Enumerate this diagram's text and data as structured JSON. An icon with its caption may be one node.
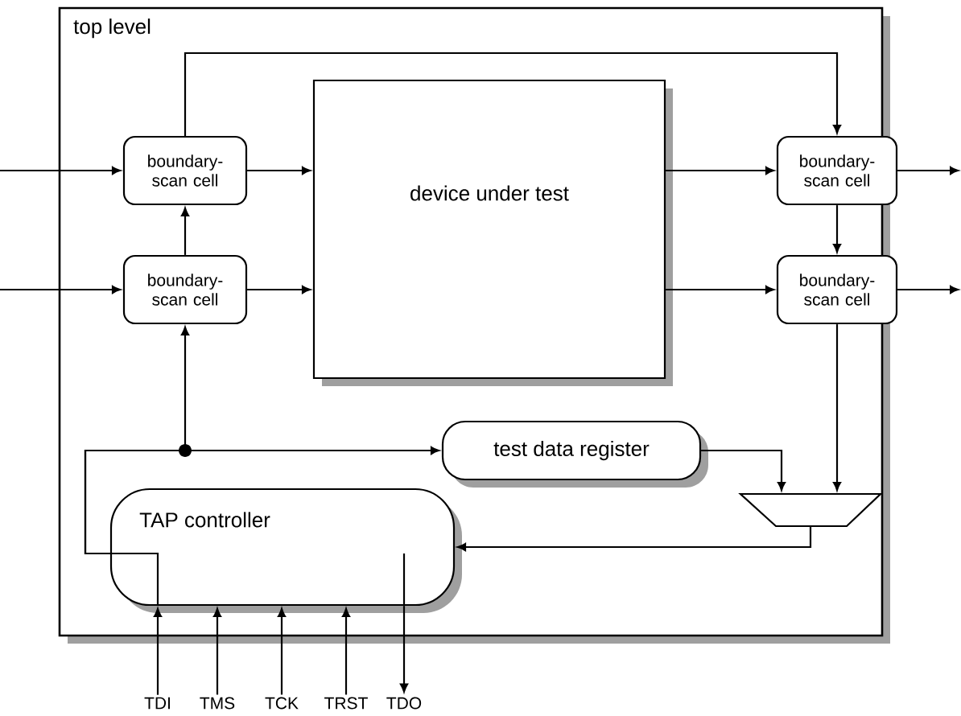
{
  "diagram": {
    "nodes": [
      {
        "text": [
          "top level"
        ]
      },
      {
        "text": [
          "boundary-scan cell"
        ],
        "in": 0
      },
      {
        "text": [
          "boundary-scan cell"
        ],
        "in": 0
      },
      {
        "text": [
          "device under test"
        ],
        "in": 0
      },
      {
        "text": [
          "boundary-scan cell"
        ],
        "in": 0
      },
      {
        "text": [
          "boundary-scan cell"
        ],
        "in": 0
      },
      {
        "text": [
          "test data register"
        ],
        "in": 0
      },
      {
        "text": [],
        "shape": "trapezoid",
        "in": 0
      },
      {
        "text": [
          "TAP controller"
        ],
        "in": 0
      },
      {
        "text": [
          "TDI"
        ]
      },
      {
        "text": [
          "TMS"
        ]
      },
      {
        "text": [
          "TCK"
        ]
      },
      {
        "text": [
          "TRST"
        ]
      },
      {
        "text": [
          "TDO"
        ]
      }
    ],
    "edges": [
      {
        "from": null,
        "to": 1,
        "arrow": "to"
      },
      {
        "from": null,
        "to": 2,
        "arrow": "to"
      },
      {
        "from": 1,
        "to": 3,
        "arrow": "to"
      },
      {
        "from": 2,
        "to": 3,
        "arrow": "to"
      },
      {
        "from": 3,
        "to": 4,
        "arrow": "to"
      },
      {
        "from": 3,
        "to": 5,
        "arrow": "to"
      },
      {
        "from": 4,
        "to": null,
        "arrow": "to"
      },
      {
        "from": 5,
        "to": null,
        "arrow": "to"
      },
      {
        "from": 2,
        "to": 1,
        "arrow": "to"
      },
      {
        "from": 1,
        "to": 4,
        "arrow": "to"
      },
      {
        "from": 4,
        "to": 5,
        "arrow": "to"
      },
      {
        "from": 5,
        "to": 7,
        "arrow": "to"
      },
      {
        "from": 6,
        "to": 7,
        "arrow": "to"
      },
      {
        "from": 7,
        "to": 8,
        "arrow": "to"
      },
      {
        "from": 9,
        "to": 8,
        "arrow": "to"
      },
      {
        "from": 10,
        "to": 8,
        "arrow": "to"
      },
      {
        "from": 11,
        "to": 8,
        "arrow": "to"
      },
      {
        "from": 12,
        "to": 8,
        "arrow": "to"
      },
      {
        "from": 8,
        "to": 6,
        "arrow": "to"
      },
      {
        "from": 8,
        "to": 2,
        "arrow": "to"
      },
      {
        "from": 8,
        "to": 13,
        "arrow": "to"
      }
    ]
  }
}
